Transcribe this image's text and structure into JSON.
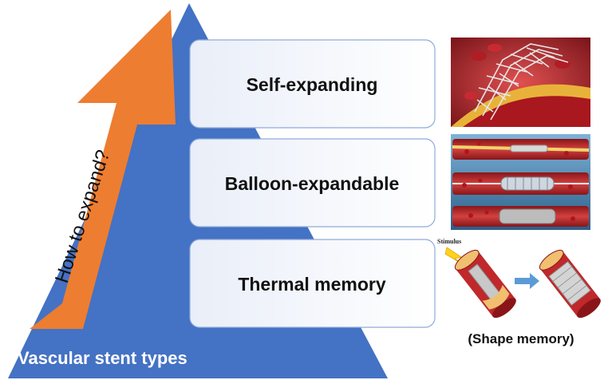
{
  "diagram": {
    "base_label": "Vascular stent types",
    "arrow_label": "How to expand?",
    "tiers": [
      {
        "label": "Self-expanding"
      },
      {
        "label": "Balloon-expandable"
      },
      {
        "label": "Thermal memory"
      }
    ],
    "stimulus_label": "Stimulus",
    "shape_memory_caption": "(Shape memory)"
  },
  "colors": {
    "pyramid": "#4472c4",
    "arrow": "#ed7d31",
    "box_fill": "#ffffff",
    "box_stroke": "#8faadc",
    "vessel_red": "#c0282b",
    "vessel_wall": "#f0c070",
    "bolt": "#ffd21f",
    "small_arrow": "#5b9bd5"
  },
  "images": [
    "self-expanding-stent-illustration",
    "balloon-expandable-stent-sequence",
    "shape-memory-stent-schematic"
  ]
}
